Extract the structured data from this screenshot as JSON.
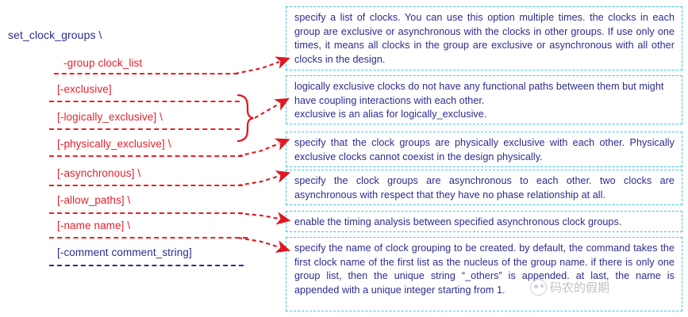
{
  "command": {
    "name": "set_clock_groups \\"
  },
  "options": [
    {
      "id": "group",
      "label": "-group clock_list",
      "color": "#e8202a"
    },
    {
      "id": "exclusive",
      "label": "[-exclusive]",
      "color": "#e8202a"
    },
    {
      "id": "logically_exclusive",
      "label": "[-logically_exclusive] \\",
      "color": "#e8202a"
    },
    {
      "id": "physically_exclusive",
      "label": "[-physically_exclusive] \\",
      "color": "#e8202a"
    },
    {
      "id": "asynchronous",
      "label": "[-asynchronous] \\",
      "color": "#e8202a"
    },
    {
      "id": "allow_paths",
      "label": "[-allow_paths] \\",
      "color": "#e8202a"
    },
    {
      "id": "name",
      "label": "[-name name] \\",
      "color": "#e8202a"
    },
    {
      "id": "comment",
      "label": "[-comment comment_string]",
      "color": "#2b2b8f"
    }
  ],
  "descriptions": [
    {
      "id": "group-desc",
      "text": "specify a list of clocks. You can use this option multiple times. the clocks in each group are exclusive or asynchronous with the clocks in other groups. If use only one times, it means all clocks in the group are exclusive or asynchronous with all other clocks in the design."
    },
    {
      "id": "exclusive-desc",
      "line1": "logically exclusive clocks do not have any functional paths between them but might have coupling interactions with each other.",
      "line2": "exclusive is an alias for logically_exclusive."
    },
    {
      "id": "physically-exclusive-desc",
      "text": "specify that the clock groups are physically exclusive with each other. Physically exclusive clocks cannot coexist in the design physically."
    },
    {
      "id": "asynchronous-desc",
      "text": "specify the clock groups are asynchronous to each other. two clocks are asynchronous with respect that they have no phase relationship at all."
    },
    {
      "id": "allow-paths-desc",
      "text": "enable the timing analysis between specified asynchronous clock groups."
    },
    {
      "id": "name-desc",
      "text": "specify the name of clock grouping to be created. by default, the command  takes the first clock name of the first list as the nucleus of the group name. if there is only one group list, then the unique string “_others” is appended. at last, the name is appended with a unique integer starting from 1."
    }
  ],
  "watermark": {
    "text": "码农的假期",
    "logo": "wechat-account-logo"
  },
  "colors": {
    "option_red": "#e8202a",
    "text_blue": "#2b2b8f",
    "box_border_cyan": "#3cc6e8",
    "arrow_red": "#e0181f"
  }
}
